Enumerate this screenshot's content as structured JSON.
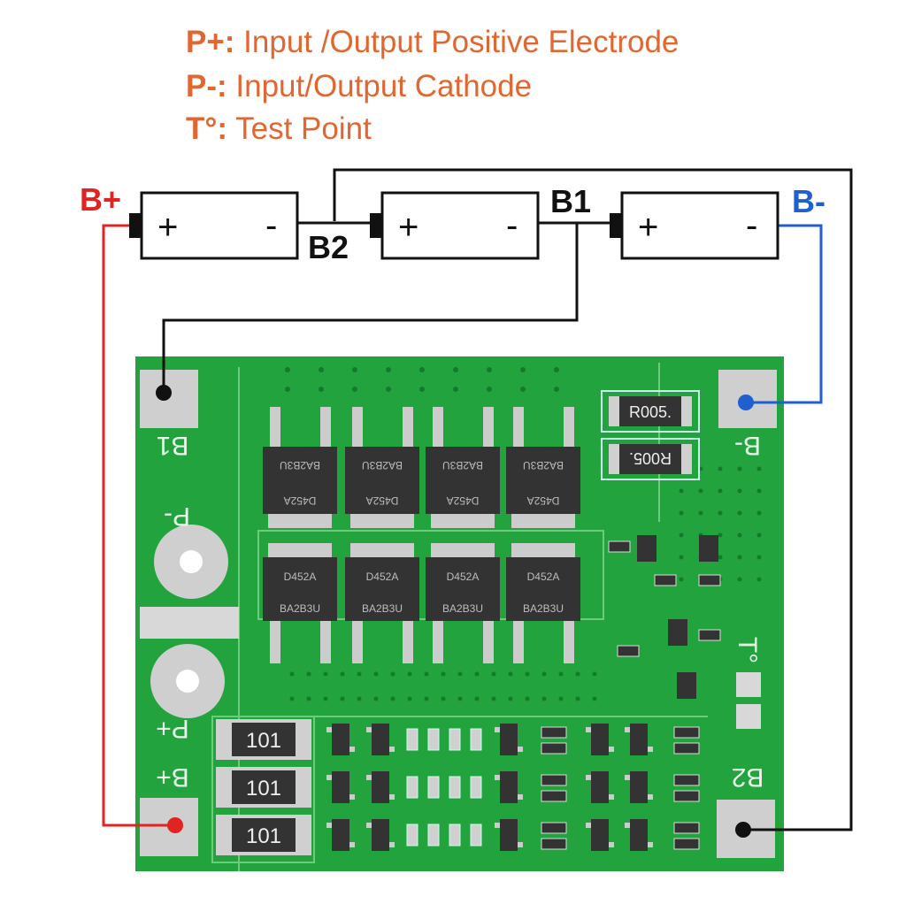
{
  "legend": [
    {
      "key": "P+:",
      "text": " Input /Output Positive Electrode"
    },
    {
      "key": "P-:",
      "text": " Input/Output Cathode"
    },
    {
      "key": "T°:",
      "text": " Test Point"
    }
  ],
  "wiring": {
    "b_plus": "B+",
    "b_minus": "B-",
    "b1": "B1",
    "b2": "B2",
    "plus_sign": "+",
    "minus_sign": "-"
  },
  "board": {
    "silkscreen": {
      "b1": "B1",
      "p_minus": "P-",
      "p_plus": "P+",
      "b_plus": "B+",
      "b_minus": "B-",
      "b2": "B2",
      "test": "T°"
    },
    "shunt_label": "R005.",
    "resistor_label": "101",
    "mosfet_top": "BA2B3U",
    "mosfet_bottom": "D452A"
  },
  "colors": {
    "orange": "#e2662f",
    "red": "#e32222",
    "blue": "#1f5fd0",
    "board": "#22a33d",
    "wire": "#111111"
  }
}
